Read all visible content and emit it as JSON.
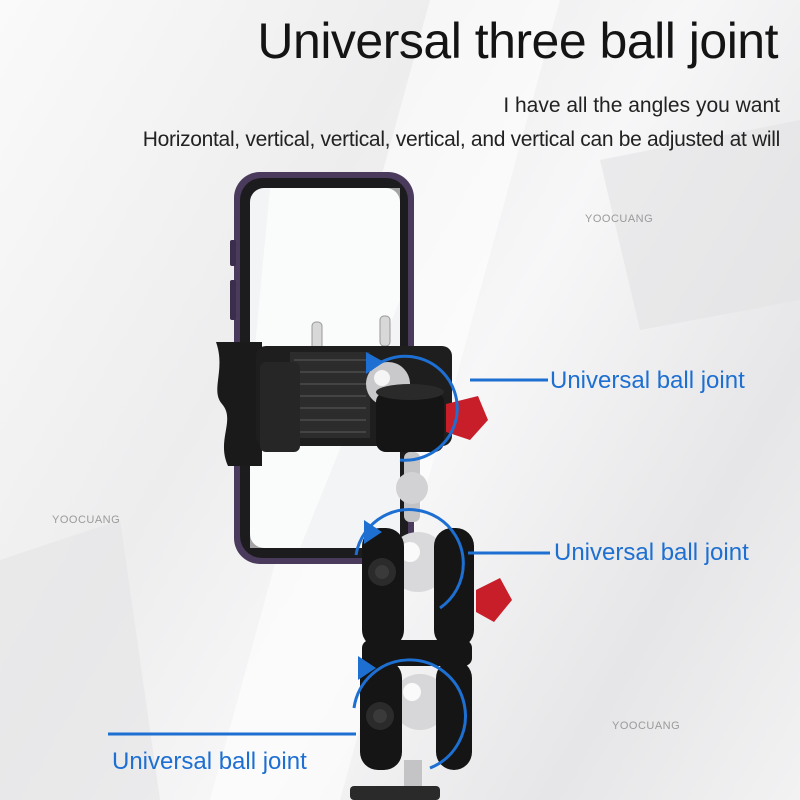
{
  "headline": "Universal three ball joint",
  "subline_1": "I have all the angles you want",
  "subline_2": "Horizontal, vertical, vertical, vertical, and vertical can be adjusted at will",
  "watermarks": [
    "YOOCUANG",
    "YOOCUANG",
    "YOOCUANG"
  ],
  "callouts": [
    "Universal ball joint",
    "Universal ball joint",
    "Universal ball joint"
  ],
  "colors": {
    "accent_blue": "#1d6fd1",
    "knob_red": "#c81e2a",
    "headline": "#141414"
  },
  "icons": [
    "rotation-arrow-icon",
    "rotation-arrow-icon",
    "rotation-arrow-icon"
  ]
}
